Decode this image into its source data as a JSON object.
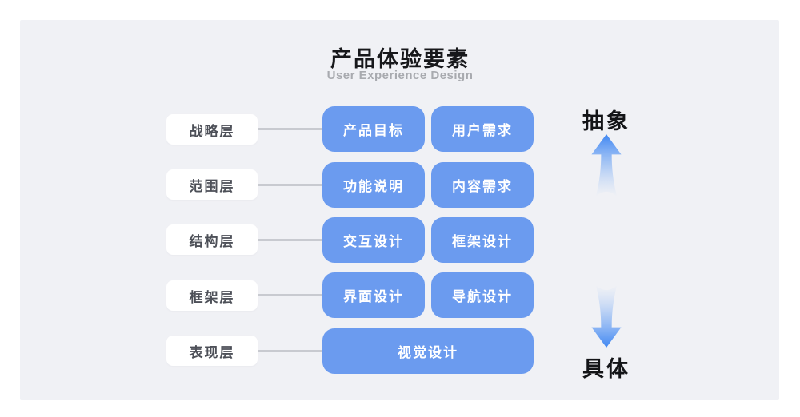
{
  "title": "产品体验要素",
  "subtitle": "User Experience Design",
  "rows": [
    {
      "label": "战略层",
      "boxes": [
        "产品目标",
        "用户需求"
      ]
    },
    {
      "label": "范围层",
      "boxes": [
        "功能说明",
        "内容需求"
      ]
    },
    {
      "label": "结构层",
      "boxes": [
        "交互设计",
        "框架设计"
      ]
    },
    {
      "label": "框架层",
      "boxes": [
        "界面设计",
        "导航设计"
      ]
    },
    {
      "label": "表现层",
      "boxes": [
        "视觉设计"
      ]
    }
  ],
  "axis": {
    "top_label": "抽象",
    "bottom_label": "具体"
  },
  "colors": {
    "card_bg": "#F0F1F5",
    "box_blue": "#6B9BEF",
    "label_bg": "#FFFFFF",
    "label_text": "#4D5058",
    "connector": "#C8CAD0",
    "arrow_blue": "#3E86F2",
    "subtitle_gray": "#A8AAAF"
  }
}
